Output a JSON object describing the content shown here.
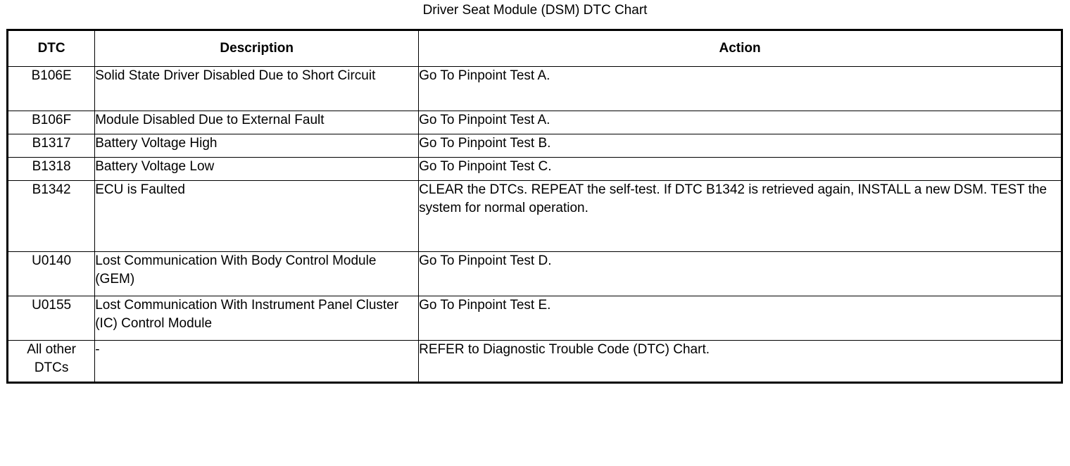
{
  "document": {
    "title": "Driver Seat Module (DSM) DTC Chart"
  },
  "table": {
    "columns": [
      {
        "key": "dtc",
        "label": "DTC"
      },
      {
        "key": "description",
        "label": "Description"
      },
      {
        "key": "action",
        "label": "Action"
      }
    ],
    "rows": [
      {
        "dtc": "B106E",
        "description": "Solid State Driver Disabled Due to Short Circuit",
        "action": "Go To Pinpoint Test A."
      },
      {
        "dtc": "B106F",
        "description": "Module Disabled Due to External Fault",
        "action": "Go To Pinpoint Test A."
      },
      {
        "dtc": "B1317",
        "description": "Battery Voltage High",
        "action": "Go To Pinpoint Test B."
      },
      {
        "dtc": "B1318",
        "description": "Battery Voltage Low",
        "action": "Go To Pinpoint Test C."
      },
      {
        "dtc": "B1342",
        "description": "ECU is Faulted",
        "action": "CLEAR the DTCs. REPEAT the self-test. If DTC B1342 is retrieved again, INSTALL a new DSM. TEST the system for normal operation."
      },
      {
        "dtc": "U0140",
        "description": "Lost Communication With Body Control Module (GEM)",
        "action": "Go To Pinpoint Test D."
      },
      {
        "dtc": "U0155",
        "description": "Lost Communication With Instrument Panel Cluster (IC) Control Module",
        "action": "Go To Pinpoint Test E."
      },
      {
        "dtc": "All other DTCs",
        "description": "-",
        "action": "REFER to Diagnostic Trouble Code (DTC) Chart."
      }
    ]
  },
  "colors": {
    "text": "#000000",
    "background": "#ffffff",
    "border": "#000000"
  }
}
